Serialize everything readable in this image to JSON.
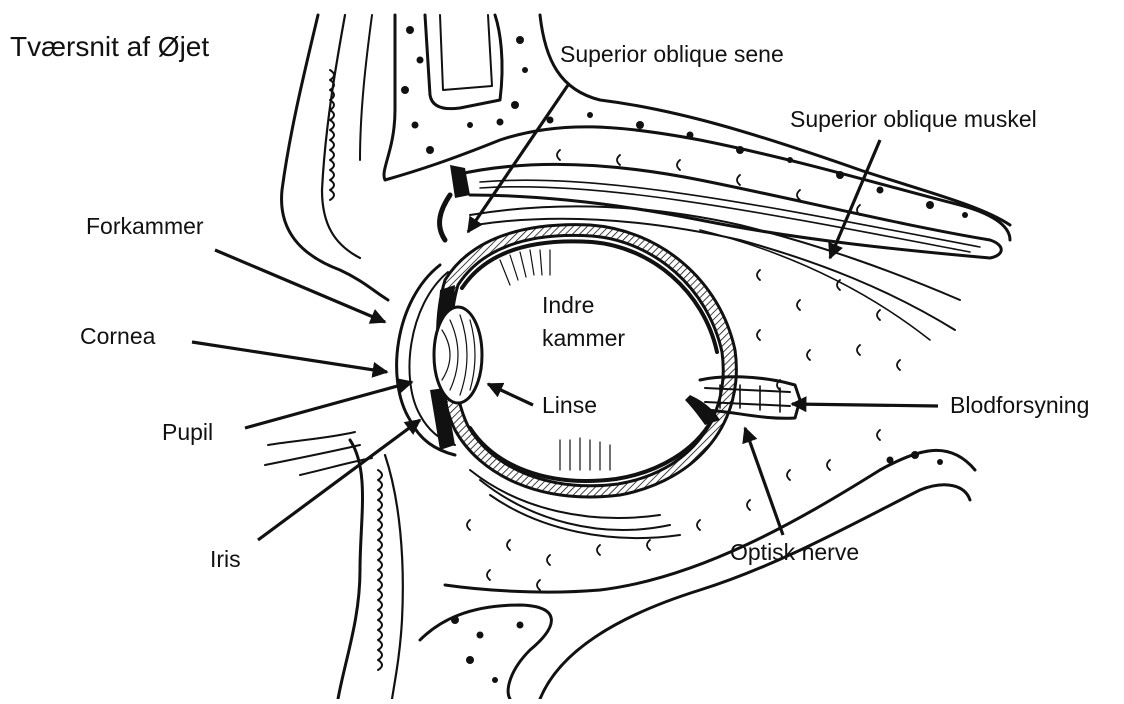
{
  "title": "Tværsnit af Øjet",
  "labels": {
    "superior_oblique_sene": "Superior oblique sene",
    "superior_oblique_muskel": "Superior oblique muskel",
    "forkammer": "Forkammer",
    "indre_kammer_line1": "Indre",
    "indre_kammer_line2": "kammer",
    "cornea": "Cornea",
    "pupil": "Pupil",
    "linse": "Linse",
    "blodforsyning": "Blodforsyning",
    "iris": "Iris",
    "optisk_nerve": "Optisk nerve"
  },
  "colors": {
    "ink": "#111111",
    "background": "#ffffff"
  }
}
